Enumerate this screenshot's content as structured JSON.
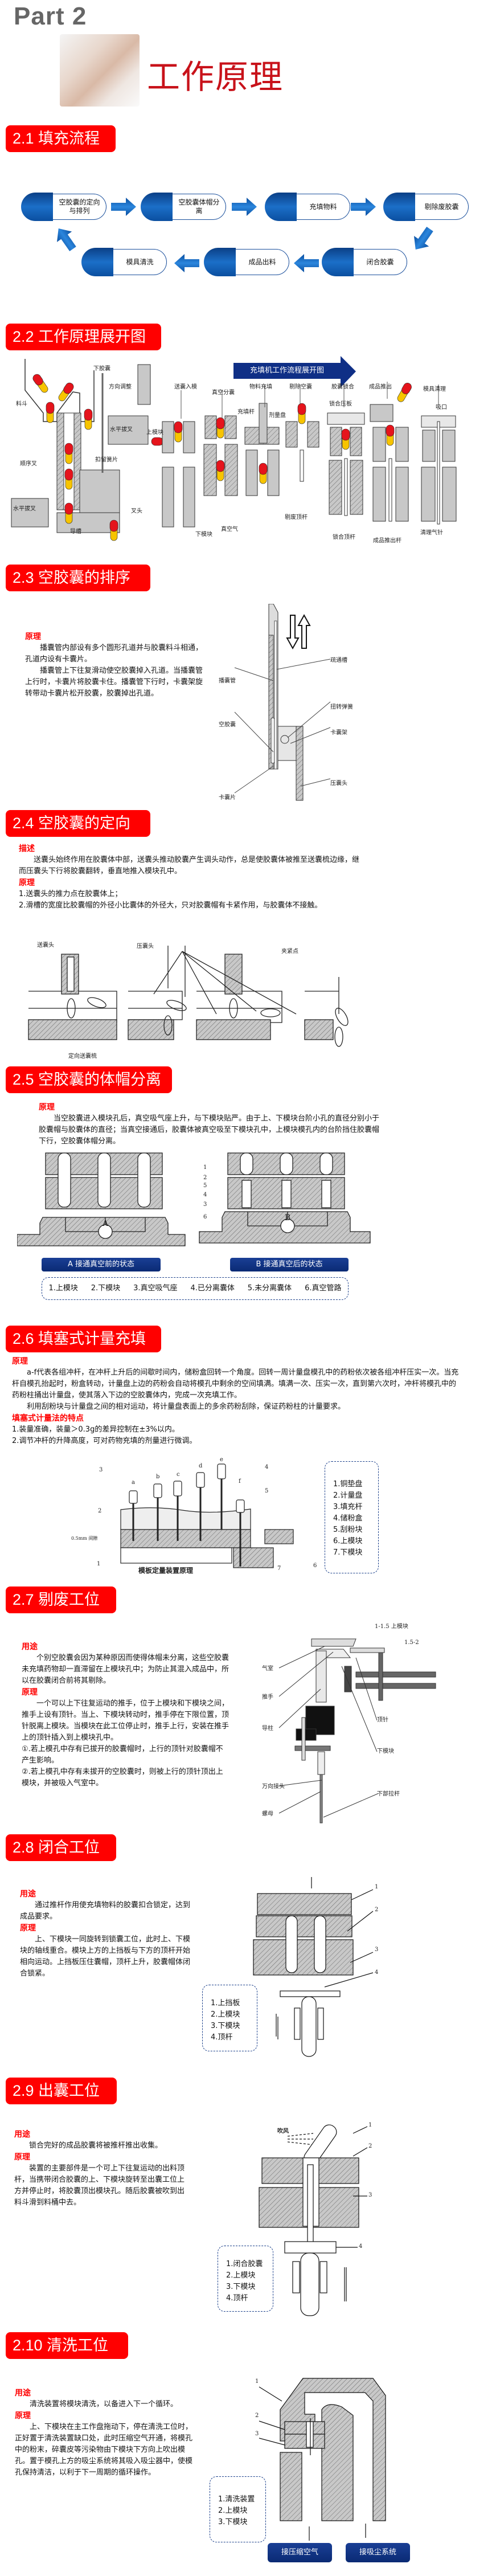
{
  "part": "Part 2",
  "title": "工作原理",
  "s21": {
    "header": "2.1 填充流程",
    "steps": [
      "空胶囊的定向与排列",
      "空胶囊体帽分离",
      "充填物料",
      "剔除废胶囊",
      "闭合胶囊",
      "成品出料",
      "模具清洗"
    ]
  },
  "s22": {
    "header": "2.2 工作原理展开图",
    "banner": "充填机工作流程展开图",
    "labels": {
      "xiajiaonang": "下胶囊",
      "liaodou": "料斗",
      "fangxiang": "方向调整",
      "bacha1": "水平拔叉",
      "shunxucha": "顺序叉",
      "koulou": "扣留簧片",
      "bacha2": "水平拔叉",
      "chatou": "叉头",
      "daocao": "导槽",
      "songnang": "送囊入模",
      "zhenkongfen": "真空分囊",
      "wuliao": "物料充填",
      "tichu": "剔除空囊",
      "suohe": "胶囊锁合",
      "chengpin": "成品推出",
      "qingli": "模具清理",
      "chongtiangan": "充填杆",
      "jiliangpan": "剂量盘",
      "suoheyaban": "锁合压板",
      "xikou": "吸口",
      "shangmokuai": "上模块",
      "xiamokuai": "下模块",
      "zhenkongqi": "真空气",
      "tifei": "剔废顶杆",
      "suohedinggan": "锁合顶杆",
      "tuichugan": "成品推出杆",
      "qiz": "清理气针"
    }
  },
  "s23": {
    "header": "2.3 空胶囊的排序",
    "label": "原理",
    "p1": "播囊管内部设有多个圆形孔道并与胶囊料斗相通，孔道内设有卡囊片。",
    "p2": "播囊管上下往复滑动使空胶囊掉入孔道。当播囊管上行时，卡囊片将胶囊卡住。播囊管下行时，卡囊架旋转带动卡囊片松开胶囊，胶囊掉出孔道。",
    "labels": {
      "shutong": "疏通槽",
      "bonang": "播囊管",
      "niuzhuan": "扭转弹簧",
      "kongjiao": "空胶囊",
      "kanangjia": "卡囊架",
      "yanangtou": "压囊头",
      "kanangpian": "卡囊片"
    }
  },
  "s24": {
    "header": "2.4 空胶囊的定向",
    "desc_label": "描述",
    "desc": "送囊头始终作用在胶囊体中部，送囊头推动胶囊产生调头动作，总是使胶囊体被推至送囊梳边缘，继而压囊头下行将胶囊翻转，垂直地推入模块孔中。",
    "label": "原理",
    "items": [
      "1.送囊头的推力点在胶囊体上；",
      "2.滑槽的宽度比胶囊帽的外径小比囊体的外径大，只对胶囊帽有卡紧作用，与胶囊体不接触。"
    ],
    "labels": {
      "songnangtou": "送囊头",
      "yanangtou": "压囊头",
      "jiajin": "夹紧点",
      "shu": "定向送囊梳"
    }
  },
  "s25": {
    "header": "2.5 空胶囊的体帽分离",
    "label": "原理",
    "p": "当空胶囊进入模块孔后，真空吸气座上升，与下模块贴严。由于上、下模块台阶小孔的直径分别小于胶囊帽与胶囊体的直径；当真空接通后，胶囊体被真空吸至下模块孔中，上模块模孔内的台阶挡住胶囊帽下行，空胶囊体帽分离。",
    "state_a": "A 接通真空前的状态",
    "state_b": "B 接通真空后的状态",
    "mark_a": "A",
    "mark_b": "B",
    "numbers": [
      "1",
      "2",
      "5",
      "4",
      "3",
      "6"
    ],
    "legend": [
      "1.上模块",
      "2.下模块",
      "3.真空吸气座",
      "4.已分离囊体",
      "5.未分离囊体",
      "6.真空管路"
    ]
  },
  "s26": {
    "header": "2.6 填塞式计量充填",
    "label": "原理",
    "p1": "a-f代表各组冲杆，在冲杆上升后的间歇时间内，储粉盒回转一个角度。回转一周计量盘模孔中的药粉依次被各组冲杆压实一次。当充杆自模孔抬起时，粉盒转动，计量盘上边的药粉会自动将模孔中剩余的空间填满。填满一次、压实一次，直到第六次时，冲杆将模孔中的药粉柱捅出计量盘，使其落入下边的空胶囊体内，完成一次充填工作。",
    "p2": "利用刮粉块与计量盘之间的相对运动，将计量盘表面上的多余药粉刮除，保证药粉柱的计量要求。",
    "feature_label": "填塞式计量法的特点",
    "features": [
      "1.装量准确，装量＞0.3g的差异控制在±3%以内。",
      "2.调节冲杆的升降高度，可对药物充填的剂量进行微调。"
    ],
    "rods": [
      "a",
      "b",
      "c",
      "d",
      "e",
      "f"
    ],
    "numbers": [
      "1",
      "2",
      "3",
      "4",
      "5",
      "6",
      "7"
    ],
    "gap": "0.5mm 间隙",
    "caption": "模板定量装置原理",
    "legend": [
      "1.铜垫盘",
      "2.计量盘",
      "3.填充杆",
      "4.储粉盒",
      "5.刮粉块",
      "6.上模块",
      "7.下模块"
    ]
  },
  "s27": {
    "header": "2.7 剔废工位",
    "use_label": "用途",
    "use": "个别空胶囊会因为某种原因而使得体帽未分离，这些空胶囊未充填药物却一直滞留在上模块孔中；为防止其混入成品中，所以在胶囊闭合前将其剔除。",
    "label": "原理",
    "p": "一个可以上下往复运动的推手，位于上模块和下模块之间，推手上设有顶针。当上、下模块转动时，推手停在下限位置，顶针脱离上模块。当模块在此工位停止时，推手上行，安装在推手上的顶针插入到上模块孔中。",
    "n1": "①.若上模孔中存有已拔开的胶囊帽时，上行的顶针对胶囊帽不产生影响。",
    "n2": "②.若上模孔中存有未拔开的空胶囊时，则被上行的顶针顶出上模块，并被吸入气室中。",
    "labels": {
      "shang": "1-1.5 上模块",
      "gap2": "1.5-2",
      "qishi": "气室",
      "tuishou": "推手",
      "daozhu": "导柱",
      "dingzhen": "顶针",
      "xiamokuai": "下模块",
      "wanxiang": "万向接头",
      "luomu": "螺母",
      "lagan": "下部拉杆"
    }
  },
  "s28": {
    "header": "2.8 闭合工位",
    "use_label": "用途",
    "use": "通过推杆作用使充填物料的胶囊扣合锁定，达到成品要求。",
    "label": "原理",
    "p": "上、下模块一同旋转到锁囊工位，此时上、下模块的轴线重合。模块上方的上挡板与下方的顶杆开始相向运动。上挡板压住囊帽，顶杆上升，胶囊帽体闭合锁紧。",
    "numbers": [
      "1",
      "2",
      "3",
      "4"
    ],
    "legend": [
      "1.上挡板",
      "2.上模块",
      "3.下模块",
      "4.顶杆"
    ]
  },
  "s29": {
    "header": "2.9 出囊工位",
    "use_label": "用途",
    "use": "锁合完好的成品胶囊将被推杆推出收集。",
    "label": "原理",
    "p": "装置的主要部件是一个可上下往复运动的出料顶杆，当携带闭合胶囊的上、下模块旋转至出囊工位上方并停止时，将胶囊顶出模块孔。随后胶囊被吹到出料斗滑到料桶中去。",
    "blow": "吹风",
    "numbers": [
      "1",
      "2",
      "3",
      "4"
    ],
    "legend": [
      "1.闭合胶囊",
      "2.上模块",
      "3.下模块",
      "4.顶杆"
    ]
  },
  "s210": {
    "header": "2.10 清洗工位",
    "use_label": "用途",
    "use": "清洗装置将模块清洗，以备进入下一个循环。",
    "label": "原理",
    "p": "上、下模块在主工作盘拖动下，停在清洗工位时，正好置于清洗装置缺口处，此时压缩空气开通，将模孔中的粉末，碎囊皮等污染物由下模块下方向上吹出模孔。置于模孔上方的吸尘系统将其吸入吸尘器中，使模孔保持清洁，以利于下一周期的循环操作。",
    "numbers": [
      "1",
      "2",
      "3"
    ],
    "legend": [
      "1.清洗装置",
      "2.上模块",
      "3.下模块"
    ],
    "btn_air": "接压缩空气",
    "btn_dust": "接吸尘系统"
  },
  "colors": {
    "header_red": "#ff0000",
    "navy": "#0a2a74",
    "capsule_blue": "#1b6fc8",
    "capsule_red": "#e5141c",
    "capsule_yellow": "#f7c400"
  }
}
